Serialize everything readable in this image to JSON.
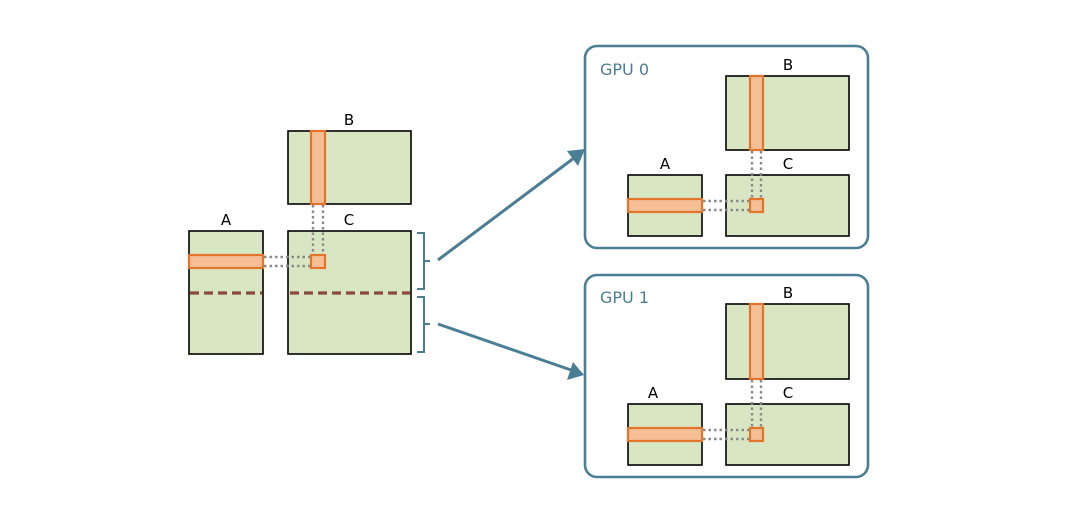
{
  "labels": {
    "matrix_a": "A",
    "matrix_b": "B",
    "matrix_c": "C"
  },
  "gpus": [
    {
      "name": "GPU 0",
      "a": "A",
      "b": "B",
      "c": "C"
    },
    {
      "name": "GPU 1",
      "a": "A",
      "b": "B",
      "c": "C"
    }
  ],
  "colors": {
    "matrix_fill": "#d9e6c3",
    "highlight_fill": "#f4bf96",
    "highlight_stroke": "#e2742c",
    "accent": "#4a7e95",
    "split_line": "#8b4a3e",
    "dotted": "#8a8a8a"
  }
}
